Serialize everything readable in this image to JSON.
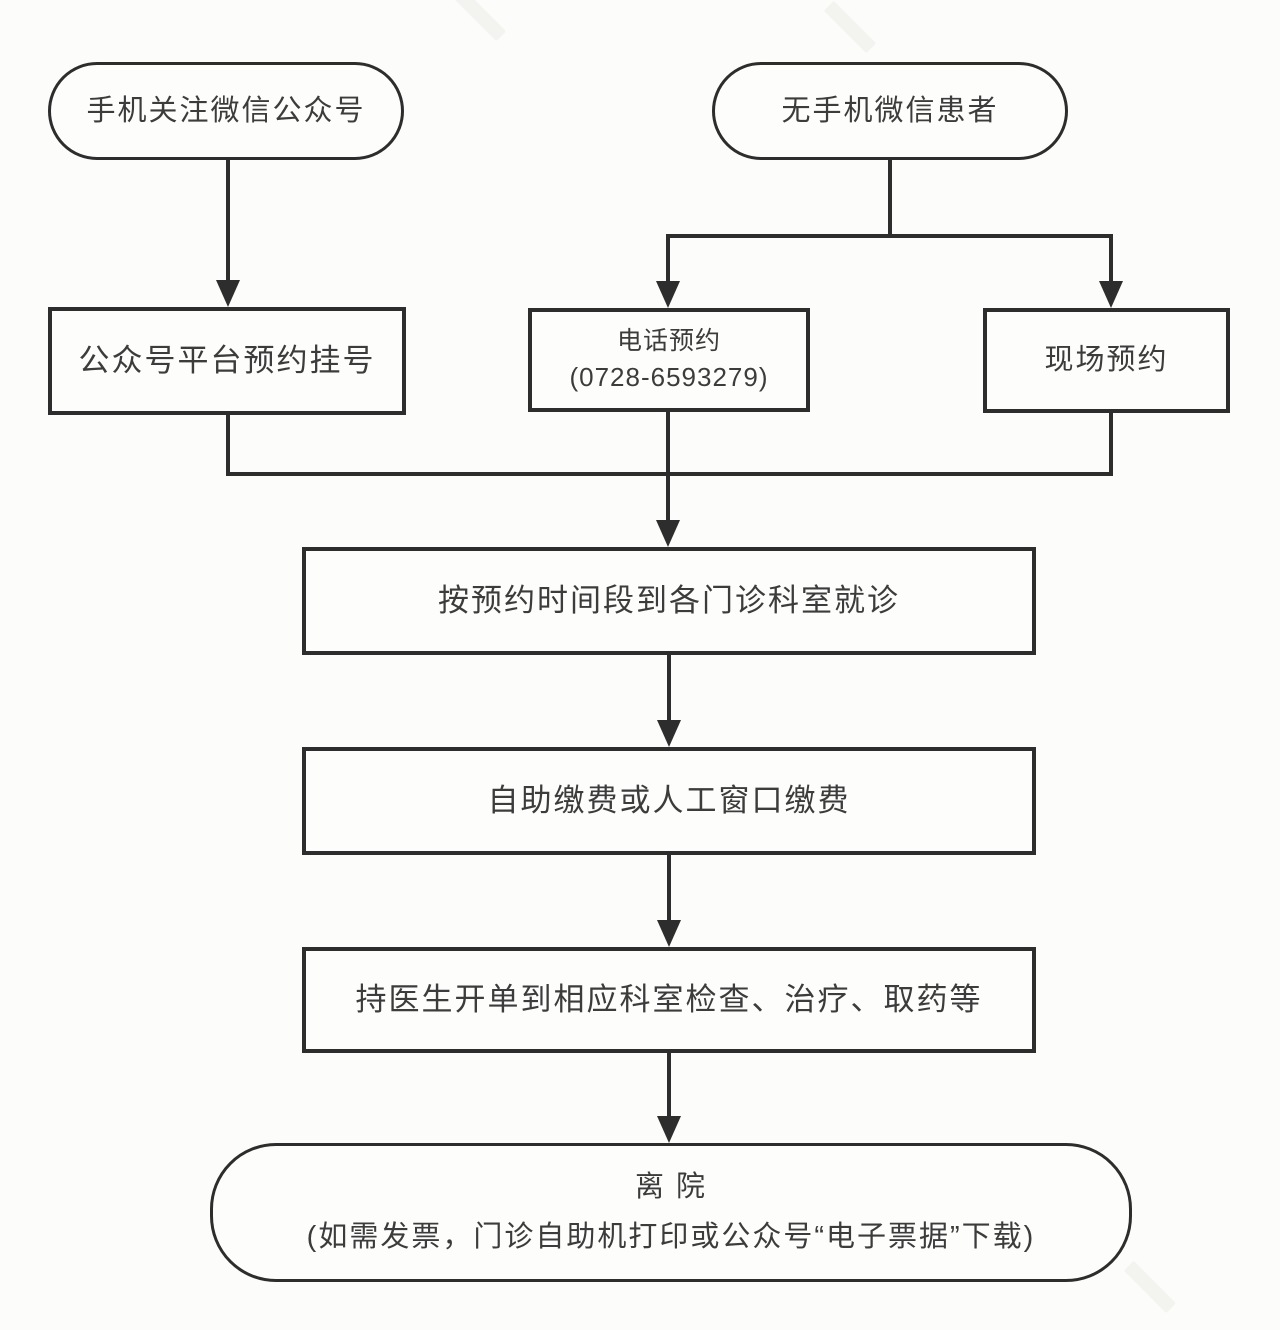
{
  "diagram": {
    "type": "flowchart",
    "background_color": "#fcfcfa",
    "line_color": "#2d2d2d",
    "text_color": "#3c3c3c",
    "nodes": {
      "wechat_follow": "手机关注微信公众号",
      "no_wechat_patient": "无手机微信患者",
      "platform_booking": "公众号平台预约挂号",
      "phone_booking_line1": "电话预约",
      "phone_booking_line2": "(0728-6593279)",
      "onsite_booking": "现场预约",
      "visit_clinic": "按预约时间段到各门诊科室就诊",
      "payment": "自助缴费或人工窗口缴费",
      "followup": "持医生开单到相应科室检查、治疗、取药等",
      "leave_line1": "离 院",
      "leave_line2": "(如需发票，门诊自助机打印或公众号“电子票据”下载)"
    },
    "edges": [
      {
        "from": "wechat_follow",
        "to": "platform_booking"
      },
      {
        "from": "no_wechat_patient",
        "to": "phone_booking"
      },
      {
        "from": "no_wechat_patient",
        "to": "onsite_booking"
      },
      {
        "from": "platform_booking",
        "to": "visit_clinic"
      },
      {
        "from": "phone_booking",
        "to": "visit_clinic"
      },
      {
        "from": "onsite_booking",
        "to": "visit_clinic"
      },
      {
        "from": "visit_clinic",
        "to": "payment"
      },
      {
        "from": "payment",
        "to": "followup"
      },
      {
        "from": "followup",
        "to": "leave"
      }
    ]
  }
}
